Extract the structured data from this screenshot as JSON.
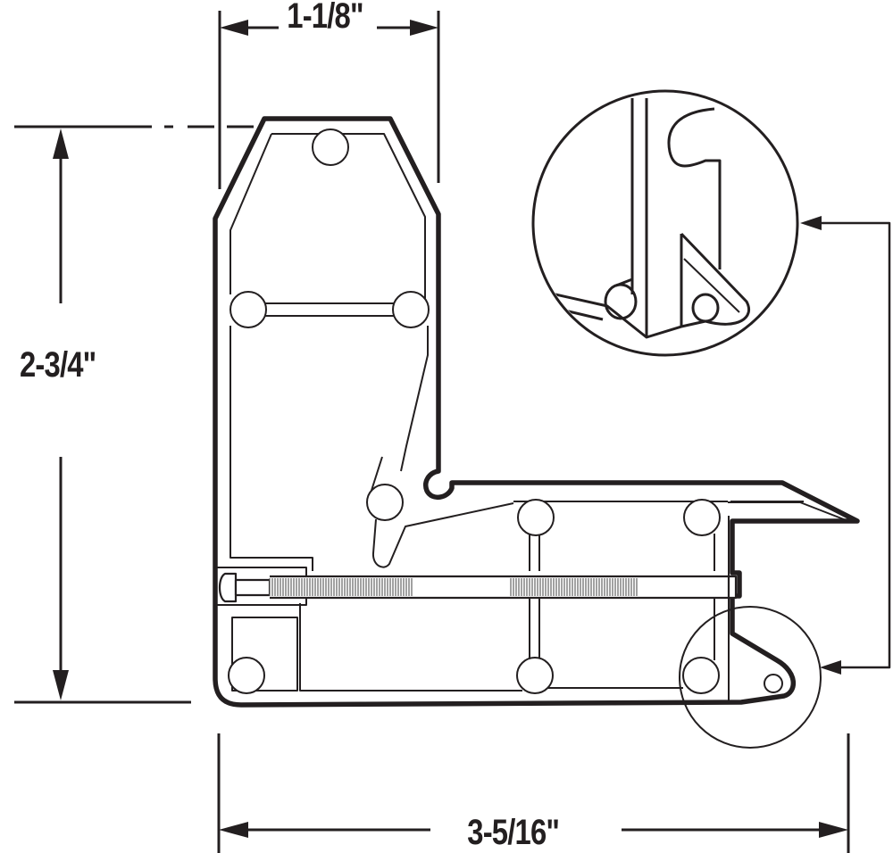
{
  "diagram": {
    "type": "technical line drawing",
    "subject": "L-shaped bracket cross-section with through bolt and detail callout",
    "colors": {
      "ink": "#231f20",
      "background": "#ffffff"
    },
    "dimensions": {
      "width": "1-1/8\"",
      "height": "2-3/4\"",
      "depth": "3-5/16\""
    },
    "callouts": [
      {
        "name": "detail-magnified-view",
        "description": "Enlarged circular detail of hook/latch tip"
      },
      {
        "name": "detail-source-circle",
        "description": "Circled region at bottom-right latch tip"
      }
    ],
    "parts": [
      "extruded profile",
      "threaded bolt",
      "bolt head",
      "rollers/ribs",
      "latch hook"
    ]
  }
}
